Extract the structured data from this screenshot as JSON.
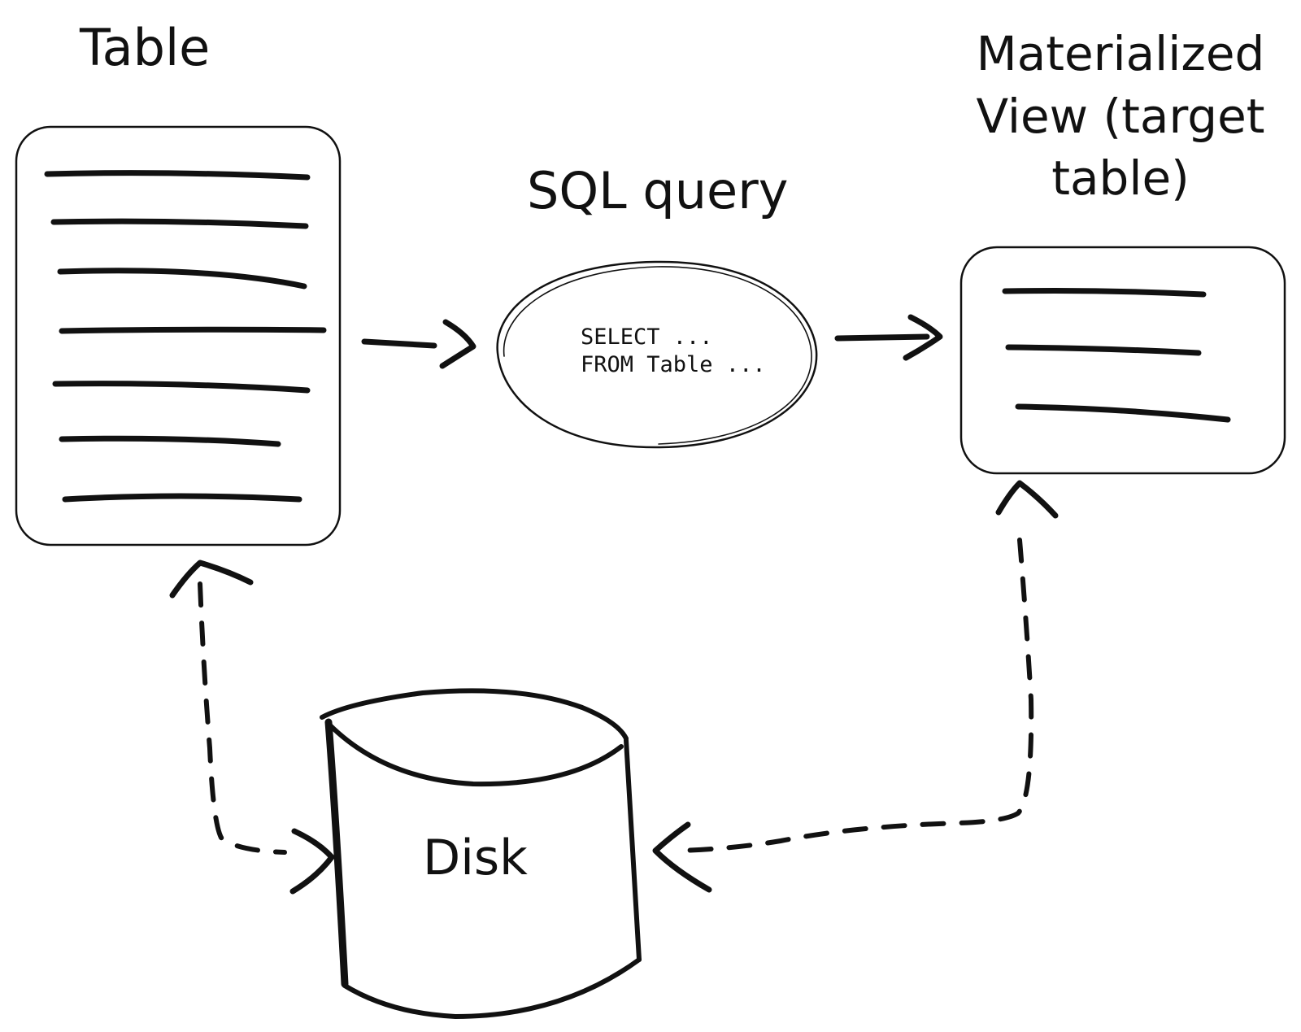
{
  "labels": {
    "table": "Table",
    "sql_query": "SQL query",
    "materialized_view": "Materialized View (target table)",
    "disk": "Disk"
  },
  "query": {
    "line1": "SELECT ...",
    "line2": "FROM Table ..."
  },
  "edges": [
    {
      "from": "table",
      "to": "sql_query",
      "style": "solid",
      "direction": "forward"
    },
    {
      "from": "sql_query",
      "to": "materialized_view",
      "style": "solid",
      "direction": "forward"
    },
    {
      "from": "table",
      "to": "disk",
      "style": "dashed",
      "direction": "both"
    },
    {
      "from": "materialized_view",
      "to": "disk",
      "style": "dashed",
      "direction": "both"
    }
  ],
  "colors": {
    "stroke": "#111111",
    "background": "#ffffff"
  }
}
